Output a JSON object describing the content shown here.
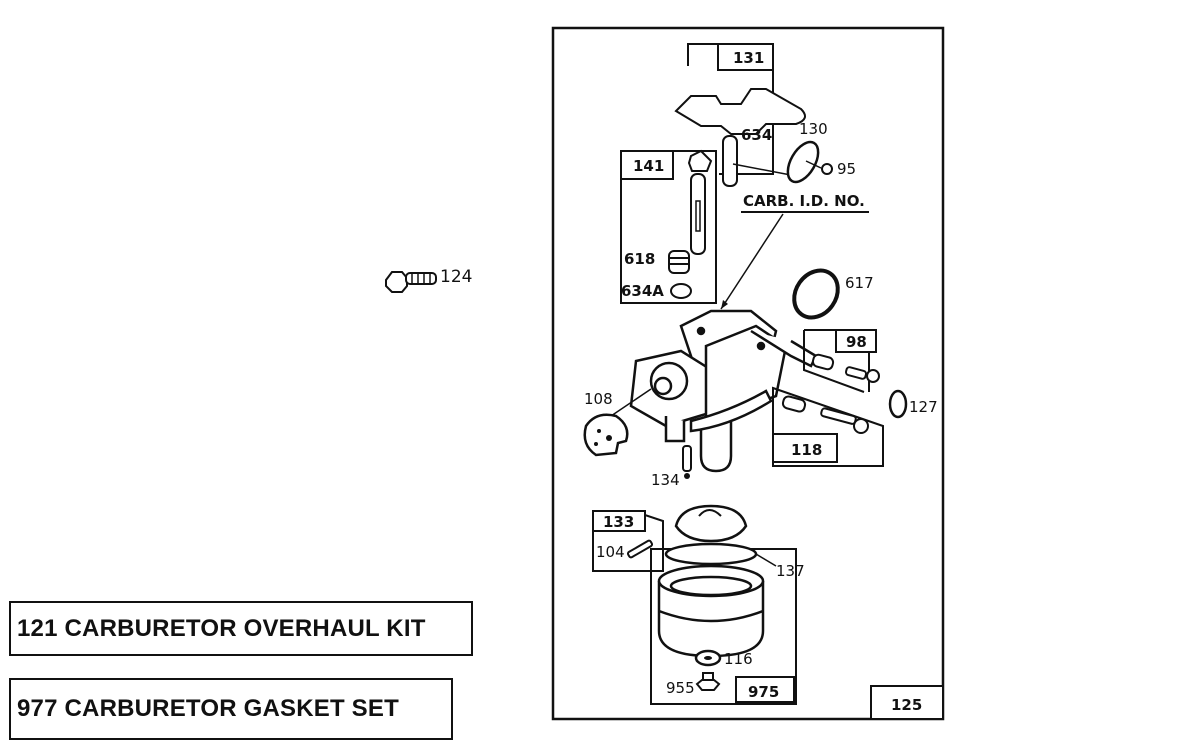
{
  "diagram": {
    "title": "Carburetor exploded parts diagram",
    "carb_id_label": "CARB. I.D. NO.",
    "frame_part": "125",
    "callouts": {
      "p124": "124",
      "p131": "131",
      "p634": "634",
      "p130": "130",
      "p95": "95",
      "p141": "141",
      "p618": "618",
      "p634A": "634A",
      "p617": "617",
      "p98": "98",
      "p127": "127",
      "p108": "108",
      "p118": "118",
      "p134": "134",
      "p133": "133",
      "p104": "104",
      "p137": "137",
      "p116": "116",
      "p955": "955",
      "p975": "975"
    }
  },
  "kits": [
    {
      "number": "121",
      "label": "121 CARBURETOR OVERHAUL KIT"
    },
    {
      "number": "977",
      "label": "977 CARBURETOR GASKET SET"
    }
  ]
}
